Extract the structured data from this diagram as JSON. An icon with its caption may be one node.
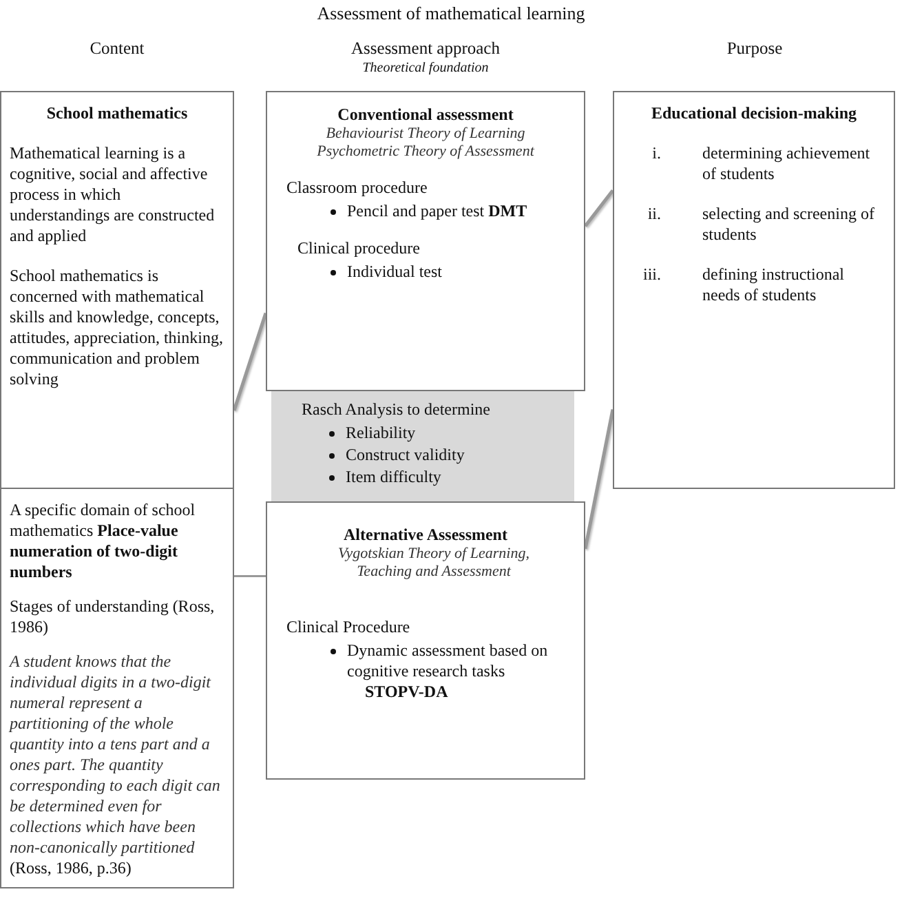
{
  "diagram": {
    "title": "Assessment of mathematical learning",
    "nodes": [
      {
        "text": [
          "School mathematics",
          "Mathematical learning is a cognitive, social and affective process in which understandings are constructed and applied",
          "School mathematics is concerned with mathematical skills and knowledge, concepts, attitudes, appreciation, thinking, communication and problem solving"
        ]
      },
      {
        "text": [
          "A specific domain of school mathematics **Place-value numeration of two-digit numbers**",
          "Stages of understanding (Ross, 1986)",
          "*A student knows that the individual digits in a two-digit numeral represent a partitioning of the whole quantity into a tens part and a ones part. The quantity corresponding to each digit can be determined even for collections which have been non-canonically partitioned* (Ross, 1986, p.36)"
        ]
      },
      {
        "text": [
          "Conventional assessment",
          "Behaviourist Theory of Learning",
          "Psychometric Theory of Assessment",
          "Classroom procedure",
          "Pencil and paper test **DMT**",
          "Clinical procedure",
          "Individual test"
        ]
      },
      {
        "text": [
          "Rasch Analysis to determine",
          "Reliability",
          "Construct validity",
          "Item difficulty"
        ]
      },
      {
        "text": [
          "Alternative Assessment",
          "Vygotskian Theory of Learning, Teaching and Assessment",
          "Clinical Procedure",
          "Dynamic assessment based on cognitive research tasks",
          "STOPV-DA"
        ]
      },
      {
        "text": [
          "Educational decision-making",
          "i.",
          "determining achievement of students",
          "ii.",
          "selecting and screening of students",
          "iii.",
          "defining instructional needs of students"
        ]
      }
    ],
    "edges": [
      {
        "from": 0,
        "to": 2,
        "arrow": "none"
      },
      {
        "from": 2,
        "to": 5,
        "arrow": "none"
      },
      {
        "from": 5,
        "to": 4,
        "arrow": "none"
      },
      {
        "from": 1,
        "to": 4,
        "arrow": "none"
      }
    ],
    "labels": [
      "Content",
      "Assessment approach",
      "Theoretical foundation",
      "Purpose"
    ]
  }
}
